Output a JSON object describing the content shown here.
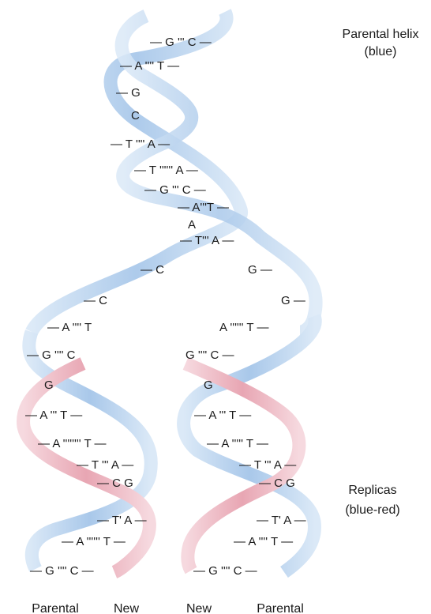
{
  "labels": {
    "parental_helix_line1": "Parental helix",
    "parental_helix_line2": "(blue)",
    "replicas_line1": "Replicas",
    "replicas_line2": "(blue-red)",
    "bottom_parental_left": "Parental",
    "bottom_new_left": "New",
    "bottom_new_right": "New",
    "bottom_parental_right": "Parental"
  },
  "base_pairs": {
    "top": [
      "— G ''' C —",
      "— A '''' T —",
      "— G",
      "C",
      "— T '''' A —",
      "— T '''''' A —",
      "— G ''' C —",
      "— A'''T —",
      "A",
      "— T''' A —"
    ],
    "left_fork": [
      "— C",
      "— C",
      "— A '''' T",
      "— G '''' C",
      "G"
    ],
    "right_fork": [
      "G —",
      "G —",
      "A '''''' T —",
      "G '''' C —",
      "G"
    ],
    "left_replica": [
      "— A ''' T —",
      "— A '''''''' T —",
      "— T ''' A —",
      "— C G",
      "— T' A —",
      "— A '''''' T —",
      "— G '''' C —"
    ],
    "right_replica": [
      "— A ''' T —",
      "— A ''''' T —",
      "— T ''' A —",
      "— C G",
      "— T' A —",
      "— A '''' T —",
      "— G '''' C —"
    ]
  },
  "colors": {
    "parental_strand": "#a9c8ea",
    "parental_strand_light": "#dbe9f7",
    "new_strand": "#e8a6b3",
    "new_strand_light": "#f6d9df",
    "text": "#1a1a1a"
  }
}
